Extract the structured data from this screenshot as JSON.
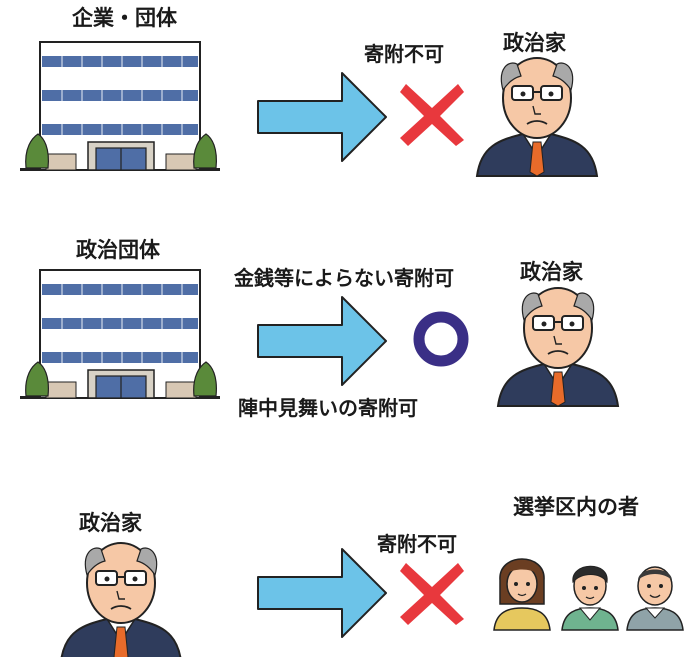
{
  "colors": {
    "arrow": "#6cc3e8",
    "arrow_outline": "#222222",
    "prohibited_mark": "#e8383d",
    "allowed_mark": "#3a2f86",
    "suit": "#2f3c5c",
    "tie": "#e86b2a",
    "skin": "#f6c8a6",
    "building_window": "#4f6ea6"
  },
  "panels": [
    {
      "source_label": "企業・団体",
      "source_icon": "office-building-icon",
      "verdict_top": "寄附不可",
      "verdict_bottom": "",
      "mark_icon": "cross-mark-icon",
      "target_label": "政治家",
      "target_icon": "politician-icon"
    },
    {
      "source_label": "政治団体",
      "source_icon": "office-building-icon",
      "verdict_top": "金銭等によらない寄附可",
      "verdict_bottom": "陣中見舞いの寄附可",
      "mark_icon": "circle-mark-icon",
      "target_label": "政治家",
      "target_icon": "politician-icon"
    },
    {
      "source_label": "政治家",
      "source_icon": "politician-icon",
      "verdict_top": "寄附不可",
      "verdict_bottom": "",
      "mark_icon": "cross-mark-icon",
      "target_label": "選挙区内の者",
      "target_icon": "constituents-icon"
    }
  ]
}
